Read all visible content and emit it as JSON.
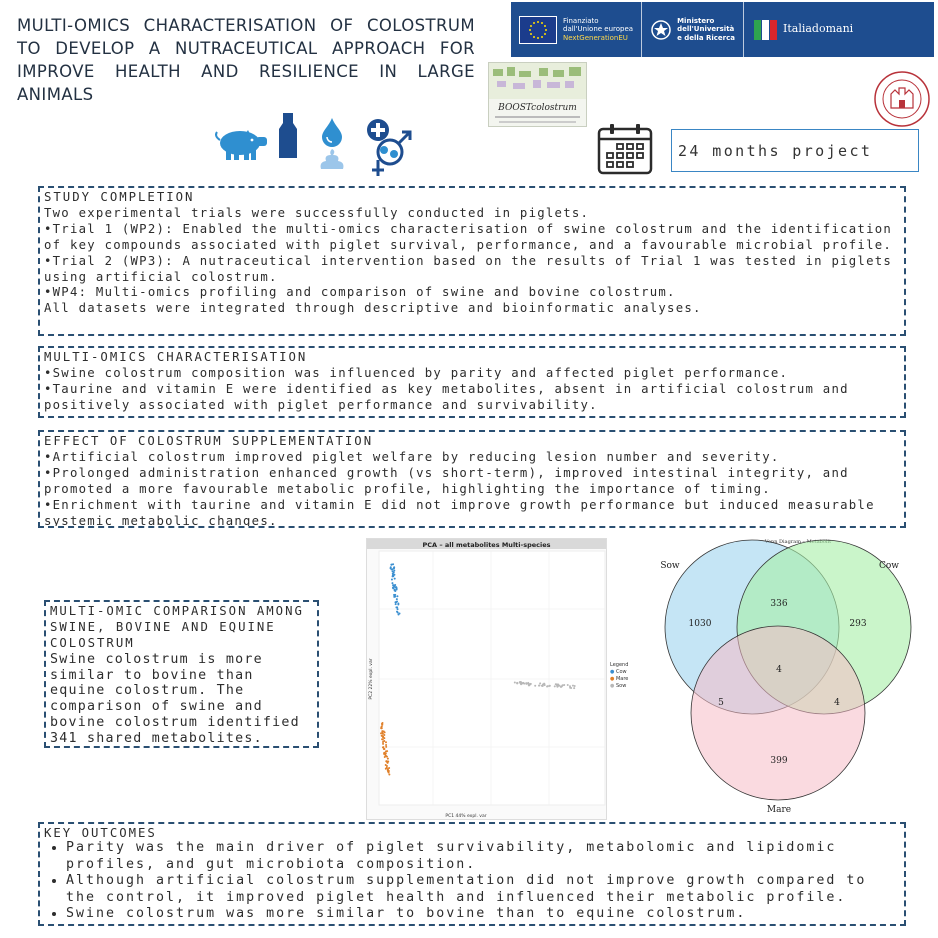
{
  "title": "MULTI-OMICS CHARACTERISATION OF COLOSTRUM TO DEVELOP A NUTRACEUTICAL APPROACH FOR IMPROVE HEALTH AND RESILIENCE IN LARGE ANIMALS",
  "banner": {
    "eu_text_1": "Finanziato",
    "eu_text_2": "dall'Unione europea",
    "eu_text_3": "NextGenerationEU",
    "ministry_1": "Ministero",
    "ministry_2": "dell'Università",
    "ministry_3": "e della Ricerca",
    "italia": "Italiadomani"
  },
  "project_logo": "BOOSTcolostrum",
  "project_duration": "24 months project",
  "study_completion": {
    "heading": "STUDY COMPLETION",
    "lines": [
      "Two experimental trials were successfully conducted in piglets.",
      "•Trial 1 (WP2): Enabled the multi-omics characterisation of swine colostrum and the identification of key compounds associated with piglet survival, performance, and a favourable microbial profile.",
      "•Trial 2 (WP3): A nutraceutical intervention based on the results of Trial 1 was tested in piglets using artificial colostrum.",
      "•WP4: Multi-omics profiling and comparison of swine and bovine colostrum.",
      "All datasets were integrated through descriptive and bioinformatic analyses."
    ]
  },
  "multi_omics": {
    "heading": "MULTI-OMICS CHARACTERISATION",
    "lines": [
      "•Swine colostrum composition was influenced by parity and affected piglet performance.",
      "•Taurine and vitamin E were identified as key metabolites, absent in artificial colostrum and positively associated with piglet performance and survivability."
    ]
  },
  "supplementation": {
    "heading": "EFFECT OF COLOSTRUM SUPPLEMENTATION",
    "lines": [
      "•Artificial colostrum improved piglet welfare by reducing lesion number and severity.",
      "•Prolonged administration enhanced growth (vs short-term), improved intestinal integrity, and promoted a more favourable metabolic profile, highlighting the importance of timing.",
      "•Enrichment with taurine and vitamin E did not improve growth performance but induced measurable systemic metabolic changes."
    ]
  },
  "comparison": {
    "heading": "MULTI-OMIC COMPARISON AMONG SWINE, BOVINE AND EQUINE COLOSTRUM",
    "body": "Swine colostrum is more similar to bovine than equine colostrum. The comparison of swine and bovine colostrum identified 341 shared metabolites."
  },
  "pca": {
    "title": "PCA – all metabolites Multi-species",
    "xlabel": "PC1 44% expl. var",
    "ylabel": "PC2 22% expl. var",
    "legend_title": "Legend",
    "legend": [
      "Cow",
      "Mare",
      "Sow"
    ],
    "colors": {
      "Cow": "#3b8fd0",
      "Mare": "#e0802a",
      "Sow": "#b8b8b8"
    }
  },
  "venn": {
    "title": "Venn Diagram – Metabolit",
    "sets": [
      "Sow",
      "Cow",
      "Mare"
    ],
    "colors": {
      "Sow": "#9fd3ef",
      "Cow": "#a6eea6",
      "Mare": "#f6bcc6"
    },
    "only_sow": "1030",
    "only_cow": "293",
    "only_mare": "399",
    "sow_cow": "336",
    "sow_mare": "5",
    "cow_mare": "4",
    "all": "4"
  },
  "key_outcomes": {
    "heading": "KEY OUTCOMES",
    "items": [
      "Parity was the main driver of piglet survivability, metabolomic and lipidomic profiles, and gut microbiota composition.",
      "Although artificial colostrum supplementation did not improve growth compared to the control, it improved piglet health and influenced their metabolic profile.",
      "Swine colostrum was more similar to bovine than to equine colostrum."
    ]
  },
  "icons": [
    "pig-icon",
    "milk-bottle-icon",
    "water-drop-icon",
    "feces-icon",
    "health-gender-icon",
    "calendar-icon"
  ]
}
